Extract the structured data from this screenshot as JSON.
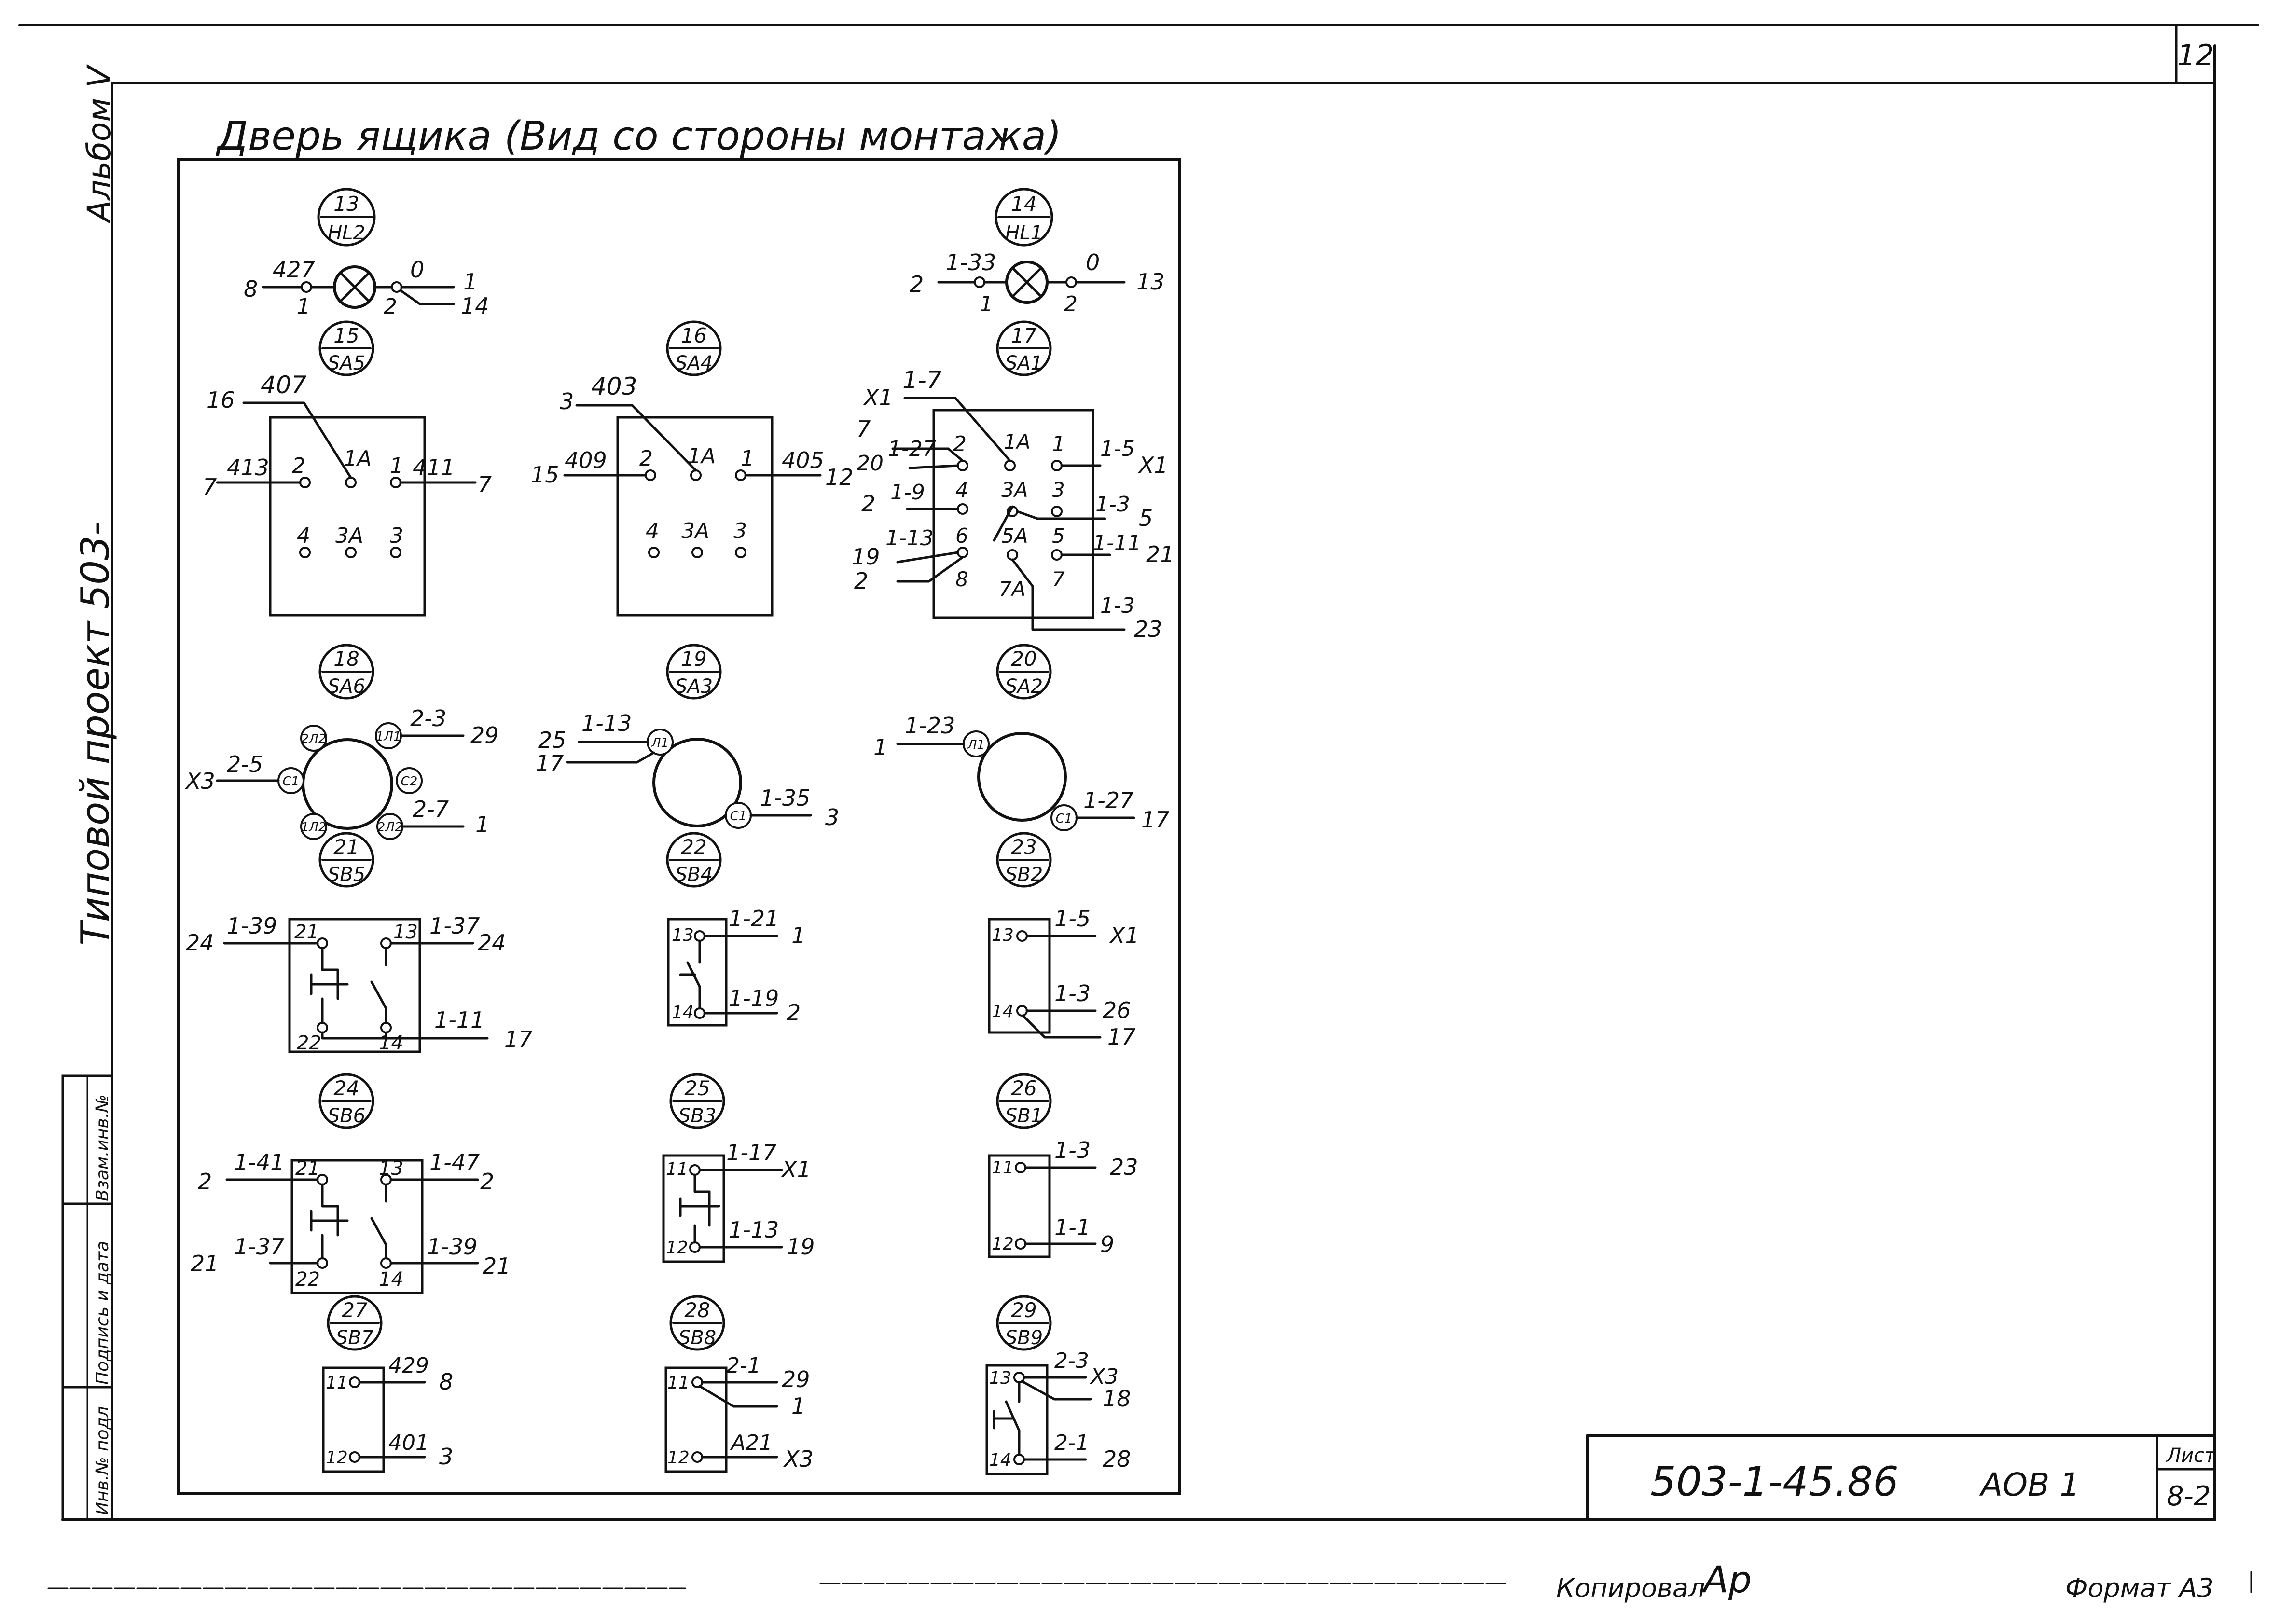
{
  "sheet": {
    "page_number": "12",
    "album": "Альбом V",
    "project": "Типовой проект 503-",
    "title": "Дверь ящика (Вид со стороны монтажа)",
    "side_stamp": [
      "Инв.№ подл",
      "Подпись и дата",
      "Взам.инв.№"
    ]
  },
  "title_block": {
    "code": "503-1-45.86",
    "sheet_mark": "АОВ 1",
    "sheet_label": "Лист",
    "sheet_num": "8-2",
    "copied_label": "Копировал",
    "copied_sign": "Ар",
    "format_label": "Формат А3"
  },
  "lamps": {
    "hl2": {
      "num": "13",
      "code": "HL2",
      "in_wire": "8",
      "in_label": "427",
      "out_label": "0",
      "out_wires": [
        "1",
        "14"
      ],
      "t1": "1",
      "t2": "2"
    },
    "hl1": {
      "num": "14",
      "code": "HL1",
      "in_wire": "2",
      "in_label": "1-33",
      "out_label": "0",
      "out_wire": "13",
      "t1": "1",
      "t2": "2"
    }
  },
  "switches": {
    "sa5": {
      "num": "15",
      "code": "SA5",
      "top_wire": "16",
      "top_label": "407",
      "left_wire": "7",
      "left_label": "413",
      "right_label": "411",
      "right_wire": "7",
      "contacts": [
        "2",
        "1A",
        "1",
        "4",
        "3A",
        "3"
      ]
    },
    "sa4": {
      "num": "16",
      "code": "SA4",
      "top_wire": "3",
      "top_label": "403",
      "left_wire": "15",
      "left_label": "409",
      "right_label": "405",
      "right_wire": "12",
      "contacts": [
        "2",
        "1A",
        "1",
        "4",
        "3A",
        "3"
      ]
    },
    "sa1": {
      "num": "17",
      "code": "SA1",
      "contacts": [
        "2",
        "1A",
        "1",
        "4",
        "3A",
        "3",
        "6",
        "5A",
        "5",
        "8",
        "7A",
        "7"
      ],
      "wires": {
        "top_wire": "X1",
        "top_label": "1-7",
        "c2_wire": "7",
        "c2_label": "1-27",
        "c2_wire2": "20",
        "c4_wire": "2",
        "c4_label": "1-9",
        "c6_wire": "19",
        "c6_label": "1-13",
        "c6_wire2": "2",
        "c1_label": "1-5",
        "c1_wire": "X1",
        "c3a_label": "1-3",
        "c3a_wire": "5",
        "c5_label": "1-11",
        "c5_wire": "21",
        "c7a_label": "1-3",
        "c7a_wire": "23"
      }
    }
  },
  "rotary": {
    "sa6": {
      "num": "18",
      "code": "SA6",
      "terms": [
        "2Л2",
        "1Л1",
        "С1",
        "С2",
        "1Л2",
        "2Л2"
      ],
      "w1_label": "2-3",
      "w1_wire": "29",
      "w2_label": "2-5",
      "w2_wire": "X3",
      "w3_label": "2-7",
      "w3_wire": "1"
    },
    "sa3": {
      "num": "19",
      "code": "SA3",
      "terms": [
        "Л1",
        "С1"
      ],
      "w1_wire": "25",
      "w1_label": "1-13",
      "w1_wire2": "17",
      "w2_label": "1-35",
      "w2_wire": "3"
    },
    "sa2": {
      "num": "20",
      "code": "SA2",
      "terms": [
        "Л1",
        "С1"
      ],
      "w1_wire": "1",
      "w1_label": "1-23",
      "w2_label": "1-27",
      "w2_wire": "17"
    }
  },
  "buttons": {
    "sb5": {
      "num": "21",
      "code": "SB5",
      "tl_wire": "24",
      "tl_label": "1-39",
      "tl_term": "21",
      "tr_term": "13",
      "tr_label": "1-37",
      "tr_wire": "24",
      "bl_term": "22",
      "br_term": "14",
      "br_label": "1-11",
      "br_wire": "17"
    },
    "sb4": {
      "num": "22",
      "code": "SB4",
      "t_term": "13",
      "t_label": "1-21",
      "t_wire": "1",
      "b_term": "14",
      "b_label": "1-19",
      "b_wire": "2"
    },
    "sb2": {
      "num": "23",
      "code": "SB2",
      "t_term": "13",
      "t_label": "1-5",
      "t_wire": "X1",
      "b_term": "14",
      "b_label": "1-3",
      "b_wire": "26",
      "b_wire2": "17"
    },
    "sb6": {
      "num": "24",
      "code": "SB6",
      "tl_wire": "2",
      "tl_label": "1-41",
      "tl_term": "21",
      "tr_term": "13",
      "tr_label": "1-47",
      "tr_wire": "2",
      "bl_wire": "21",
      "bl_label": "1-37",
      "bl_term": "22",
      "br_term": "14",
      "br_label": "1-39",
      "br_wire": "21"
    },
    "sb3": {
      "num": "25",
      "code": "SB3",
      "t_term": "11",
      "t_label": "1-17",
      "t_wire": "X1",
      "b_term": "12",
      "b_label": "1-13",
      "b_wire": "19"
    },
    "sb1": {
      "num": "26",
      "code": "SB1",
      "t_term": "11",
      "t_label": "1-3",
      "t_wire": "23",
      "b_term": "12",
      "b_label": "1-1",
      "b_wire": "9"
    },
    "sb7": {
      "num": "27",
      "code": "SB7",
      "t_term": "11",
      "t_label": "429",
      "t_wire": "8",
      "b_term": "12",
      "b_label": "401",
      "b_wire": "3"
    },
    "sb8": {
      "num": "28",
      "code": "SB8",
      "t_term": "11",
      "t_label": "2-1",
      "t_wire": "29",
      "t_wire2": "1",
      "b_term": "12",
      "b_label": "А21",
      "b_wire": "X3"
    },
    "sb9": {
      "num": "29",
      "code": "SB9",
      "t_term": "13",
      "t_label": "2-3",
      "t_wire": "X3",
      "t_wire2": "18",
      "b_term": "14",
      "b_label": "2-1",
      "b_wire": "28"
    }
  }
}
